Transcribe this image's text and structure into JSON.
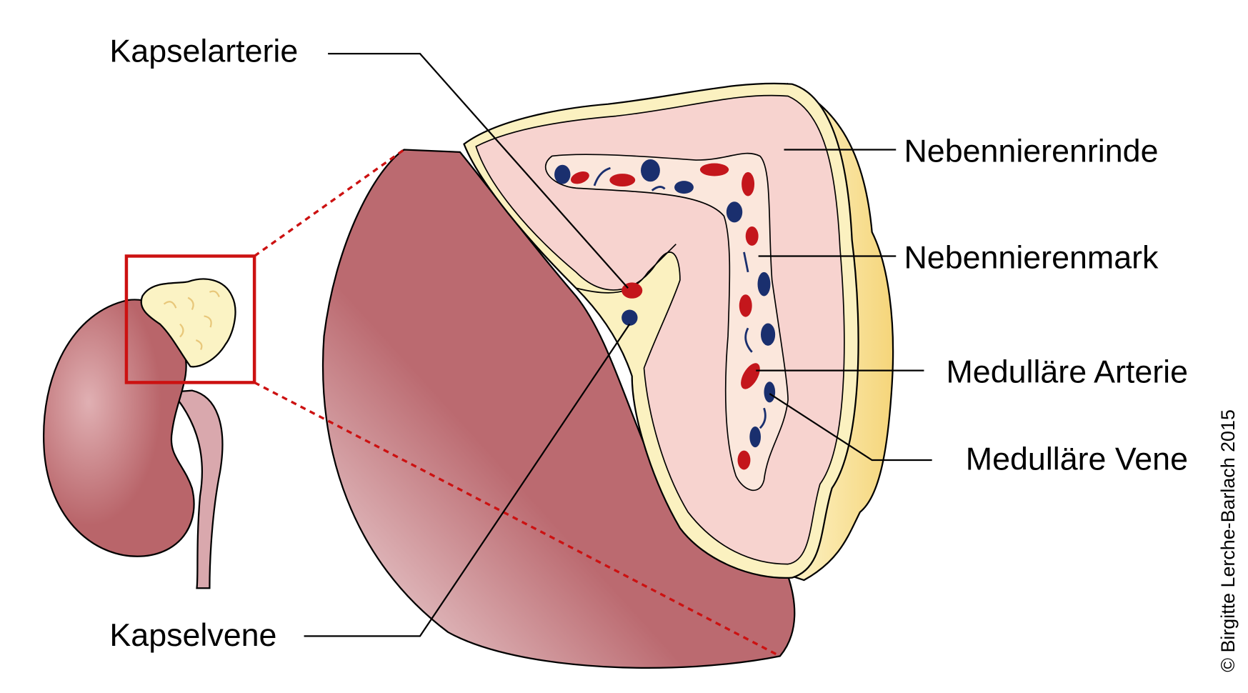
{
  "labels": {
    "kapselarterie": "Kapselarterie",
    "kapselvene": "Kapselvene",
    "nebennierenrinde": "Nebennierenrinde",
    "nebennierenmark": "Nebennierenmark",
    "medullaere_arterie": "Medulläre Arterie",
    "medullaere_vene": "Medulläre Vene"
  },
  "copyright": "© Birgitte Lerche-Barlach 2015",
  "colors": {
    "kidney": "#b9656a",
    "capsule": "#fbf1c0",
    "cortex": "#f7d3cf",
    "medulla": "#fbe7dc",
    "artery": "#c4161c",
    "vein": "#1a2f6e",
    "zoom_box": "#cc1111"
  }
}
